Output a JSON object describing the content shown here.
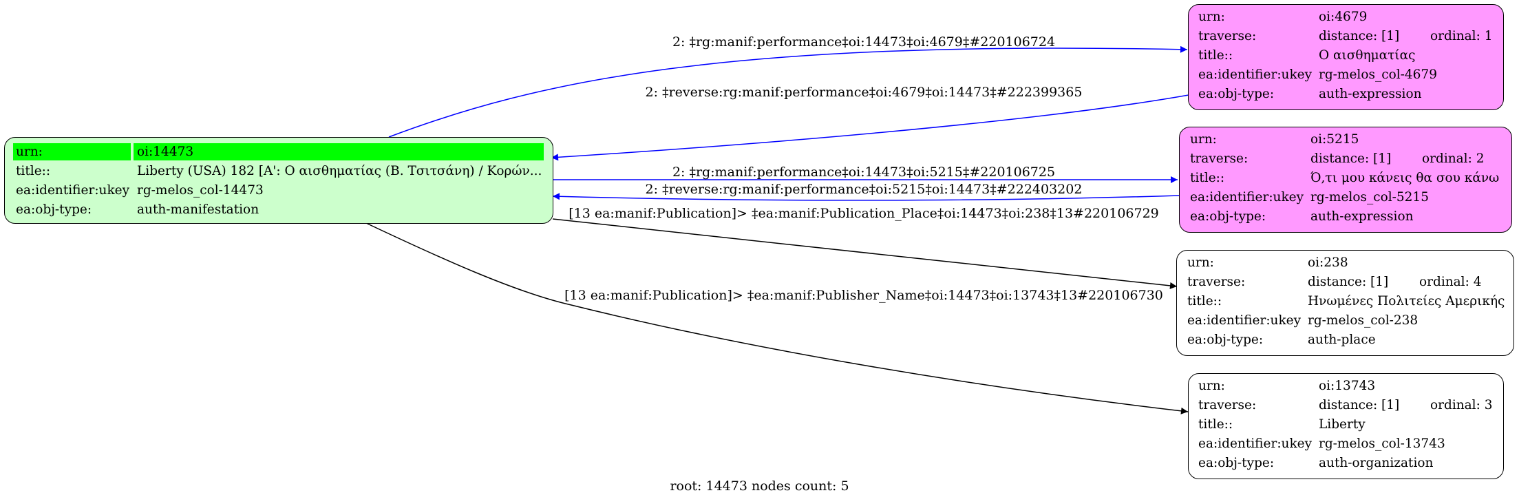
{
  "nodes": {
    "root": {
      "urn_key": "urn:",
      "urn_val": "oi:14473",
      "title_key": "title::",
      "title_val": "Liberty (USA) 182 [A': Ο αισθηματίας (Β. Τσιτσάνη) / Κορών...",
      "ukey_key": "ea:identifier:ukey",
      "ukey_val": "rg-melos_col-14473",
      "type_key": "ea:obj-type:",
      "type_val": "auth-manifestation",
      "highlight_color": "#00ff00",
      "fill_color": "#ccffcc"
    },
    "n4679": {
      "urn_key": "urn:",
      "urn_val": "oi:4679",
      "traverse_key": "traverse:",
      "distance": "distance: [1]",
      "ordinal": "ordinal: 1",
      "title_key": "title::",
      "title_val": "Ο αισθηματίας",
      "ukey_key": "ea:identifier:ukey",
      "ukey_val": "rg-melos_col-4679",
      "type_key": "ea:obj-type:",
      "type_val": "auth-expression",
      "fill_color": "#ff99ff"
    },
    "n5215": {
      "urn_key": "urn:",
      "urn_val": "oi:5215",
      "traverse_key": "traverse:",
      "distance": "distance: [1]",
      "ordinal": "ordinal: 2",
      "title_key": "title::",
      "title_val": "Ό,τι μου κάνεις θα σου κάνω",
      "ukey_key": "ea:identifier:ukey",
      "ukey_val": "rg-melos_col-5215",
      "type_key": "ea:obj-type:",
      "type_val": "auth-expression",
      "fill_color": "#ff99ff"
    },
    "n238": {
      "urn_key": "urn:",
      "urn_val": "oi:238",
      "traverse_key": "traverse:",
      "distance": "distance: [1]",
      "ordinal": "ordinal: 4",
      "title_key": "title::",
      "title_val": "Ηνωμένες Πολιτείες Αμερικής",
      "ukey_key": "ea:identifier:ukey",
      "ukey_val": "rg-melos_col-238",
      "type_key": "ea:obj-type:",
      "type_val": "auth-place"
    },
    "n13743": {
      "urn_key": "urn:",
      "urn_val": "oi:13743",
      "traverse_key": "traverse:",
      "distance": "distance: [1]",
      "ordinal": "ordinal: 3",
      "title_key": "title::",
      "title_val": "Liberty",
      "ukey_key": "ea:identifier:ukey",
      "ukey_val": "rg-melos_col-13743",
      "type_key": "ea:obj-type:",
      "type_val": "auth-organization"
    }
  },
  "edges": {
    "e1": "2: ‡rg:manif:performance‡oi:14473‡oi:4679‡#220106724",
    "e2": "2: ‡reverse:rg:manif:performance‡oi:4679‡oi:14473‡#222399365",
    "e3": "2: ‡rg:manif:performance‡oi:14473‡oi:5215‡#220106725",
    "e4": "2: ‡reverse:rg:manif:performance‡oi:5215‡oi:14473‡#222403202",
    "e5": "[13 ea:manif:Publication]> ‡ea:manif:Publication_Place‡oi:14473‡oi:238‡13#220106729",
    "e6": "[13 ea:manif:Publication]> ‡ea:manif:Publisher_Name‡oi:14473‡oi:13743‡13#220106730"
  },
  "edge_colors": {
    "blue": "#0000ff",
    "black": "#000000"
  },
  "footer": "root: 14473 nodes count: 5"
}
